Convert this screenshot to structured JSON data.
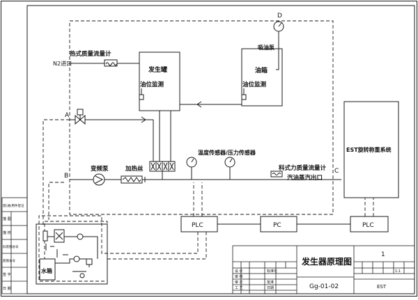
{
  "labels": {
    "n2_inlet": "N2进口",
    "thermal_mass_flowmeter": "热式质量流量计",
    "generator_tank": "发生罐",
    "generator_level": "油位监测",
    "oil_tank": "油箱",
    "oil_level": "油位监测",
    "suction_pump": "吸油泵",
    "point_d": "D",
    "point_a": "A",
    "point_b": "B",
    "point_c": "C",
    "vfd_pump": "变频泵",
    "heating_wire": "加热丝",
    "temp_pressure_sensor": "温度传感器/压力传感器",
    "coriolis_flowmeter": "科式力质量流量计",
    "vapor_outlet": "汽油蒸汽出口",
    "est_system": "EST旋转称重系统",
    "water_tank": "水箱"
  },
  "plc_boxes": [
    "PLC",
    "PC",
    "PLC"
  ],
  "title_block": {
    "drawing_title": "发生器原理图",
    "drawing_number": "Gg-01-02",
    "sheet_number": "1",
    "scale": "1:1",
    "company": "EST",
    "role_labels": [
      "设 计",
      "审 核",
      "审 定",
      "工 艺"
    ],
    "standardization": "标准化",
    "approval": "批准",
    "date_label": "日期"
  },
  "left_strip_labels": [
    "借(通)用件登记",
    "描 图",
    "描 校",
    "旧底图总号",
    "底图总号",
    "签 字",
    "日 期"
  ]
}
